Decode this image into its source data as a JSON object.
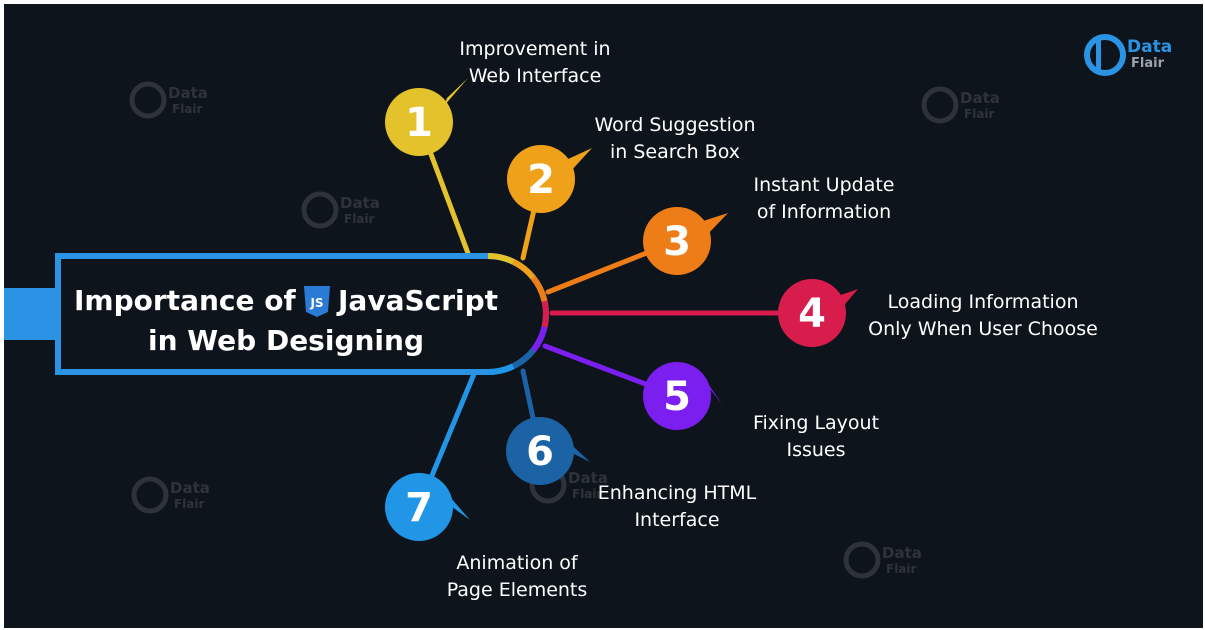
{
  "title": {
    "line1_before": "Importance of",
    "js_badge": "JS",
    "line1_after": "JavaScript",
    "line2": "in Web Designing"
  },
  "logo": {
    "top": "Data",
    "bottom": "Flair"
  },
  "watermark": {
    "top": "Data",
    "bottom": "Flair"
  },
  "items": [
    {
      "number": "1",
      "lines": [
        "Improvement in",
        "Web Interface"
      ],
      "color": "#e3c22c"
    },
    {
      "number": "2",
      "lines": [
        "Word Suggestion",
        "in Search Box"
      ],
      "color": "#f0a11a"
    },
    {
      "number": "3",
      "lines": [
        "Instant Update",
        "of Information"
      ],
      "color": "#ef7d17"
    },
    {
      "number": "4",
      "lines": [
        "Loading Information",
        "Only When User Choose"
      ],
      "color": "#d81d4d"
    },
    {
      "number": "5",
      "lines": [
        "Fixing Layout",
        "Issues"
      ],
      "color": "#7a1ff0"
    },
    {
      "number": "6",
      "lines": [
        "Enhancing HTML",
        "Interface"
      ],
      "color": "#1c63a6"
    },
    {
      "number": "7",
      "lines": [
        "Animation of",
        "Page Elements"
      ],
      "color": "#2196e6"
    }
  ],
  "colors": {
    "background": "#0e141b",
    "frame": "#2a93e4",
    "js_badge": "#2a7bd6"
  }
}
